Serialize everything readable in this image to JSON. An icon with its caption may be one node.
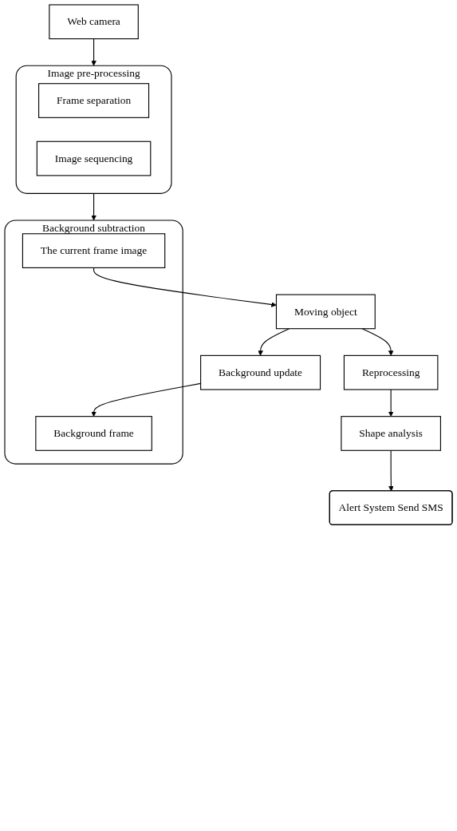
{
  "diagram": {
    "nodes": [
      {
        "text": [
          "Web camera"
        ]
      },
      {
        "text": [
          "Image pre-processing"
        ]
      },
      {
        "text": [
          "Frame separation"
        ],
        "in": 1
      },
      {
        "text": [
          "Image sequencing"
        ],
        "in": 1
      },
      {
        "text": [
          "Background subtraction"
        ]
      },
      {
        "text": [
          "The current frame image"
        ],
        "in": 4
      },
      {
        "text": [
          "Background frame"
        ],
        "in": 4
      },
      {
        "text": [
          "Moving object"
        ]
      },
      {
        "text": [
          "Background update"
        ]
      },
      {
        "text": [
          "Reprocessing"
        ]
      },
      {
        "text": [
          "Shape analysis"
        ]
      },
      {
        "text": [
          "Alert System Send SMS"
        ]
      }
    ],
    "edges": [
      {
        "from": 0,
        "to": 1,
        "arrow": "to"
      },
      {
        "from": 1,
        "to": 4,
        "arrow": "to"
      },
      {
        "from": 5,
        "to": 7,
        "arrow": "to"
      },
      {
        "from": 7,
        "to": 8,
        "arrow": "to"
      },
      {
        "from": 8,
        "to": 6,
        "arrow": "to"
      },
      {
        "from": 7,
        "to": 9,
        "arrow": "to"
      },
      {
        "from": 9,
        "to": 10,
        "arrow": "to"
      },
      {
        "from": 10,
        "to": 11,
        "arrow": "to"
      }
    ]
  }
}
